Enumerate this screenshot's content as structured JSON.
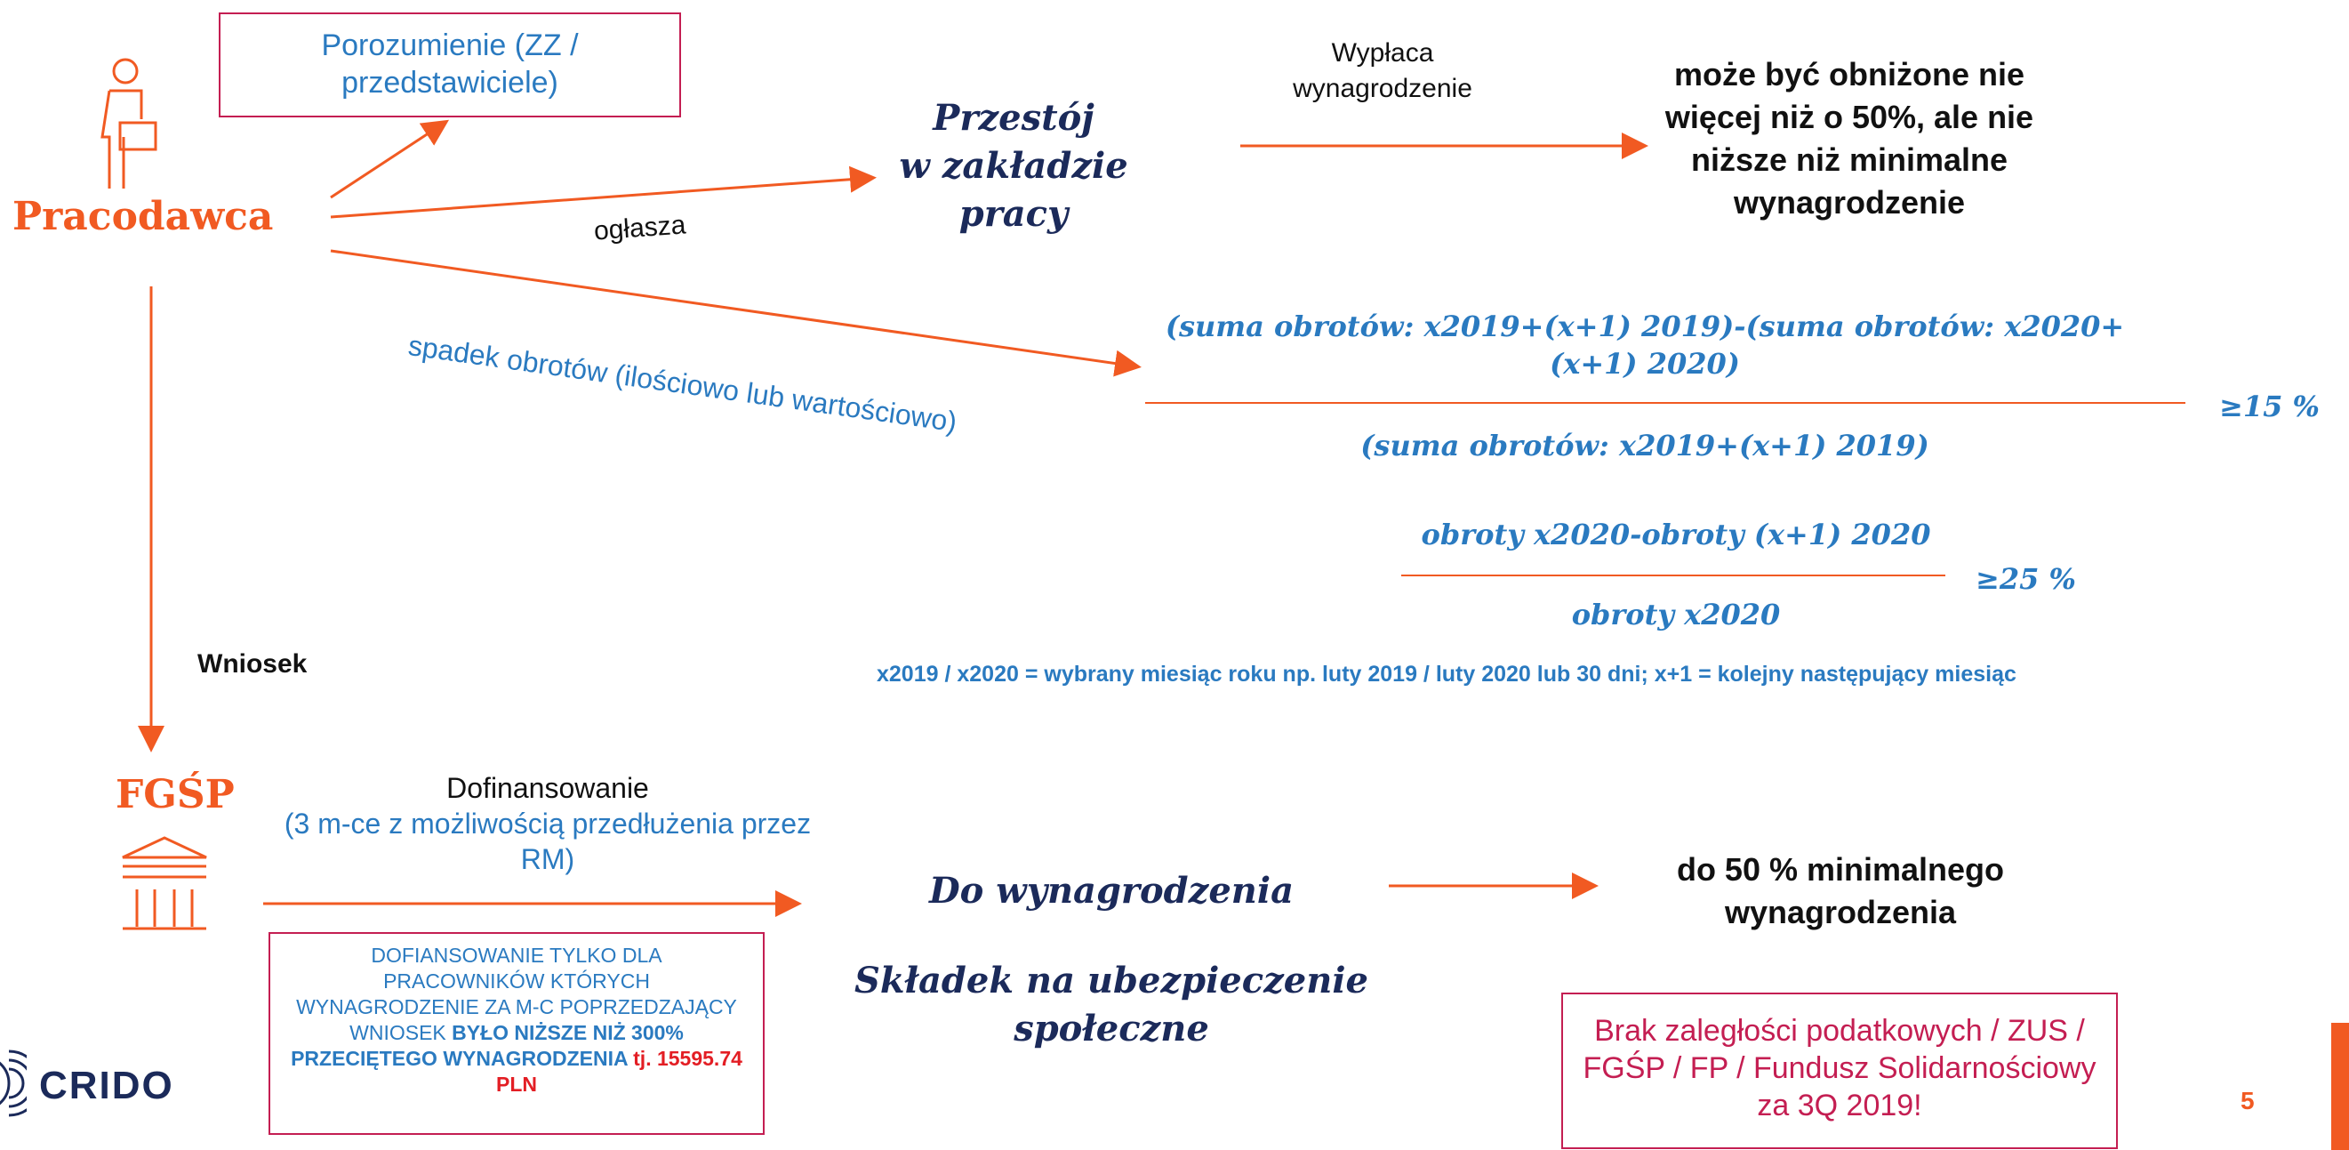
{
  "employer": {
    "label": "Pracodawca"
  },
  "agreement": {
    "text": "Porozumienie (ZZ / przedstawiciele)"
  },
  "announces": "ogłasza",
  "downtime": {
    "line1": "Przestój",
    "line2": "w zakładzie",
    "line3": "pracy"
  },
  "pays_salary": {
    "line1": "Wypłaca",
    "line2": "wynagrodzenie"
  },
  "salary_reduction": "może być obniżone nie więcej niż o 50%, ale nie niższe niż minimalne wynagrodzenie",
  "turnover_drop": "spadek obrotów (ilościowo lub wartościowo)",
  "formula1": {
    "numerator": "(suma obrotów: x2019+(x+1) 2019)-(suma obrotów: x2020+(x+1) 2020)",
    "denominator": "(suma obrotów: x2019+(x+1) 2019)",
    "threshold": "≥15 %"
  },
  "formula2": {
    "numerator": "obroty x2020-obroty (x+1) 2020",
    "denominator": "obroty x2020",
    "threshold": "≥25 %"
  },
  "footnote": "x2019 / x2020 = wybrany miesiąc roku np. luty 2019 / luty 2020 lub 30 dni;  x+1 = kolejny następujący miesiąc",
  "application": "Wniosek",
  "fgsp": {
    "label": "FGŚP"
  },
  "cofunding": {
    "title": "Dofinansowanie",
    "detail": "(3 m-ce z możliwością przedłużenia przez RM)"
  },
  "to_salary": "Do wynagrodzenia",
  "social_contrib": "Składek na ubezpieczenie społeczne",
  "min_salary": "do 50 % minimalnego wynagrodzenia",
  "eligibility": {
    "part1": "DOFIANSOWANIE TYLKO DLA PRACOWNIKÓW KTÓRYCH WYNAGRODZENIE ZA M-C POPRZEDZAJĄCY WNIOSEK ",
    "part2": "BYŁO NIŻSZE NIŻ 300% PRZECIĘTEGO WYNAGRODZENIA",
    "part3": " tj. 15595.74 PLN"
  },
  "arrears": "Brak zaległości podatkowych / ZUS / FGŚP / FP / Fundusz Solidarnościowy za 3Q 2019!",
  "logo": {
    "text": "CRIDO"
  },
  "page_number": "5",
  "colors": {
    "orange": "#f15a22",
    "blue": "#2a7ac0",
    "navy": "#1b2a5a",
    "crimson": "#c41e52"
  }
}
